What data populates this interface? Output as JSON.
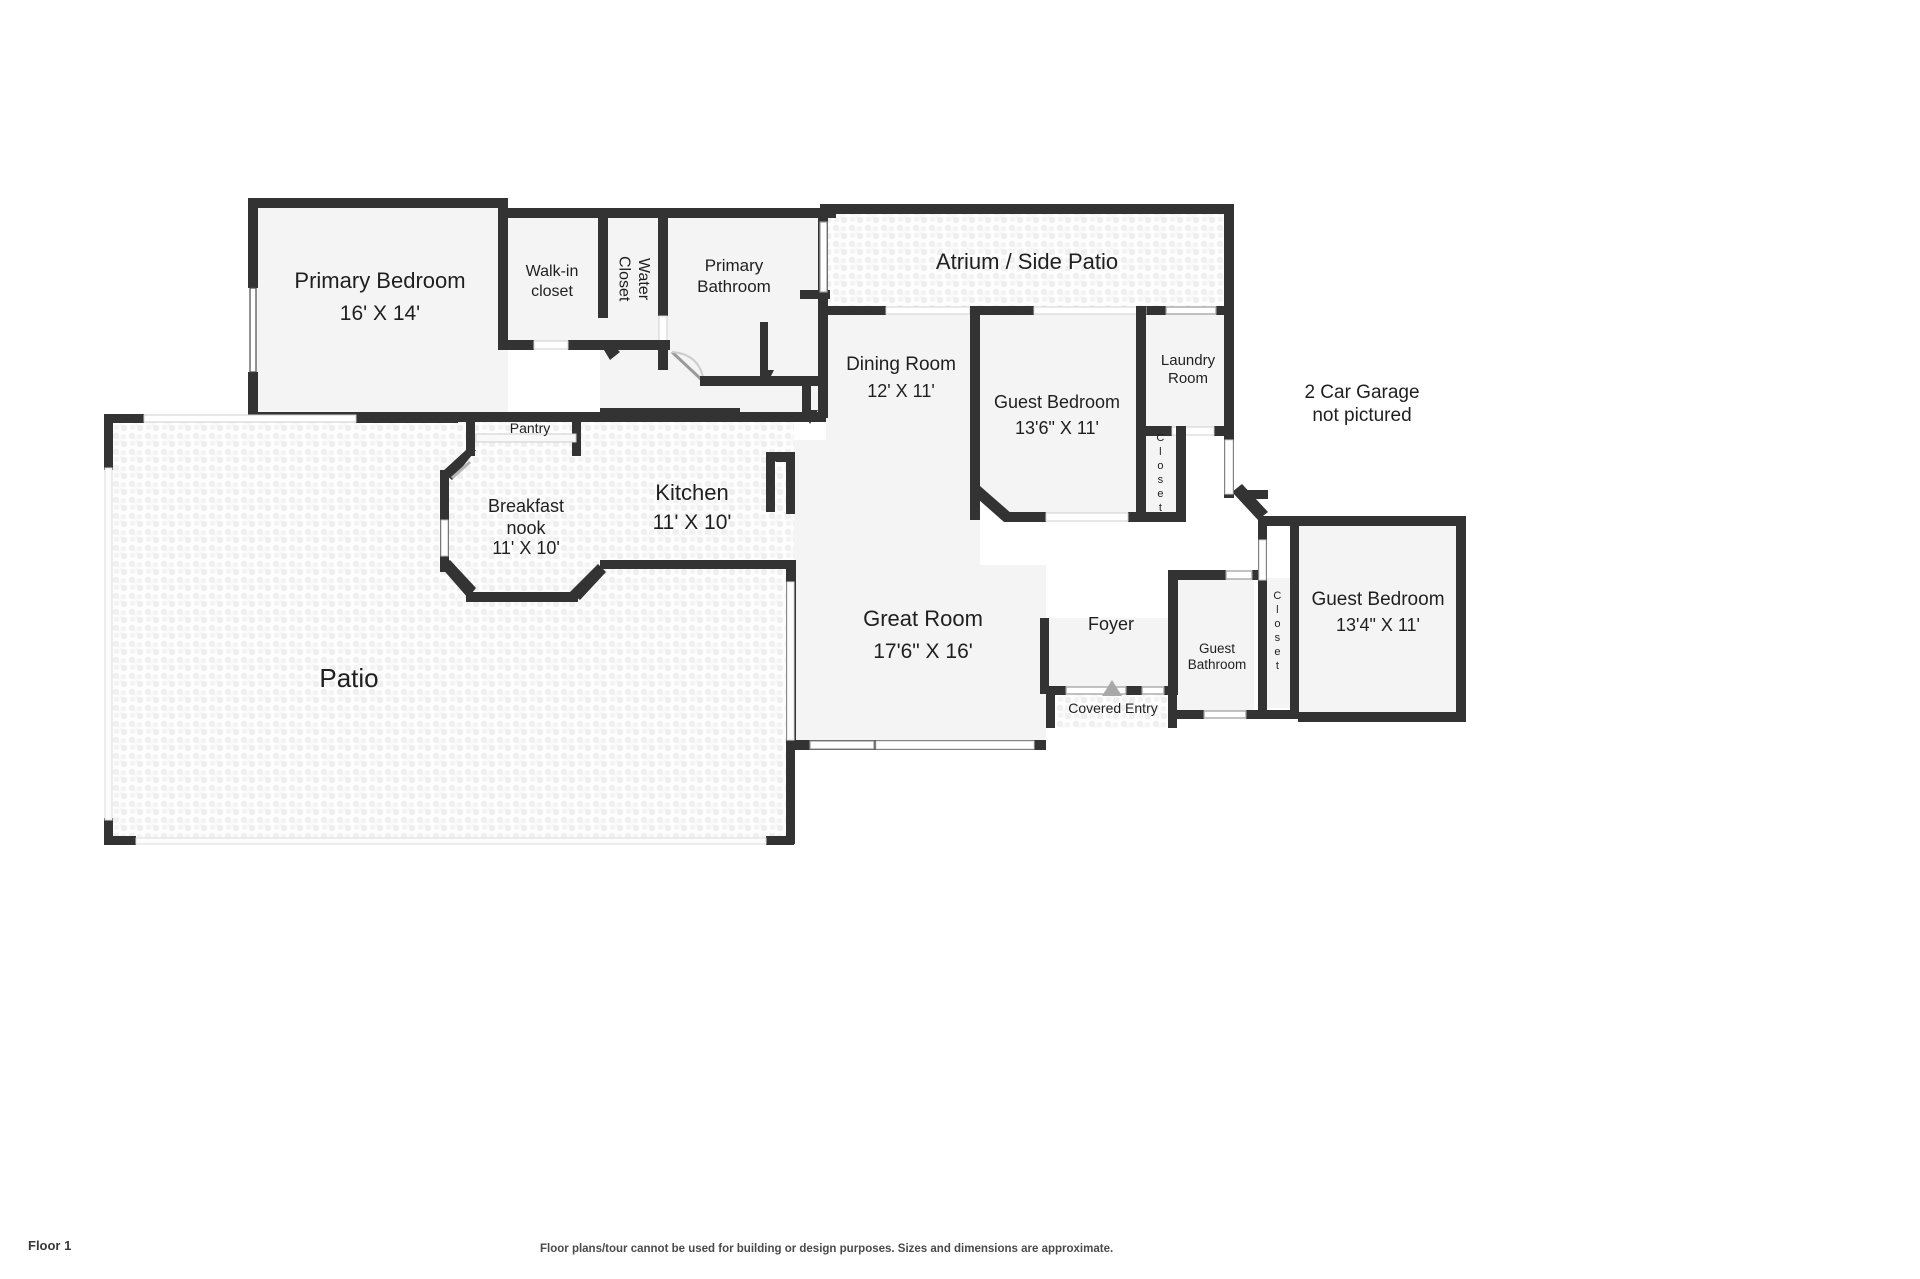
{
  "floor_label": "Floor 1",
  "disclaimer": "Floor plans/tour cannot be used for building or design purposes. Sizes and dimensions are approximate.",
  "colors": {
    "wall": "#333333",
    "room_fill": "#f4f4f4",
    "outdoor_fill": "#fbfbfb",
    "door_swing": "#9a9a9a",
    "entry_arrow": "#a8a8a8",
    "text": "#1f1f1f"
  },
  "rooms": [
    {
      "key": "primary_bedroom",
      "name": "Primary Bedroom",
      "dim": "16' X 14'"
    },
    {
      "key": "walk_in_closet",
      "name": "Walk-in\ncloset",
      "dim": ""
    },
    {
      "key": "water_closet",
      "name": "Water\nCloset",
      "dim": ""
    },
    {
      "key": "primary_bathroom",
      "name": "Primary\nBathroom",
      "dim": ""
    },
    {
      "key": "atrium",
      "name": "Atrium / Side Patio",
      "dim": ""
    },
    {
      "key": "dining_room",
      "name": "Dining Room",
      "dim": "12' X 11'"
    },
    {
      "key": "guest_bedroom_1",
      "name": "Guest Bedroom",
      "dim": "13'6\" X 11'"
    },
    {
      "key": "laundry_room",
      "name": "Laundry\nRoom",
      "dim": ""
    },
    {
      "key": "closet_1",
      "name": "Closet",
      "dim": ""
    },
    {
      "key": "garage_note",
      "name": "2 Car Garage\nnot pictured",
      "dim": ""
    },
    {
      "key": "pantry",
      "name": "Pantry",
      "dim": ""
    },
    {
      "key": "breakfast_nook",
      "name": "Breakfast\nnook",
      "dim": "11' X 10'"
    },
    {
      "key": "kitchen",
      "name": "Kitchen",
      "dim": "11' X 10'"
    },
    {
      "key": "patio",
      "name": "Patio",
      "dim": ""
    },
    {
      "key": "great_room",
      "name": "Great Room",
      "dim": "17'6\" X 16'"
    },
    {
      "key": "foyer",
      "name": "Foyer",
      "dim": ""
    },
    {
      "key": "covered_entry",
      "name": "Covered Entry",
      "dim": ""
    },
    {
      "key": "guest_bathroom",
      "name": "Guest\nBathroom",
      "dim": ""
    },
    {
      "key": "closet_2",
      "name": "Closet",
      "dim": ""
    },
    {
      "key": "guest_bedroom_2",
      "name": "Guest Bedroom",
      "dim": "13'4\" X 11'"
    }
  ]
}
